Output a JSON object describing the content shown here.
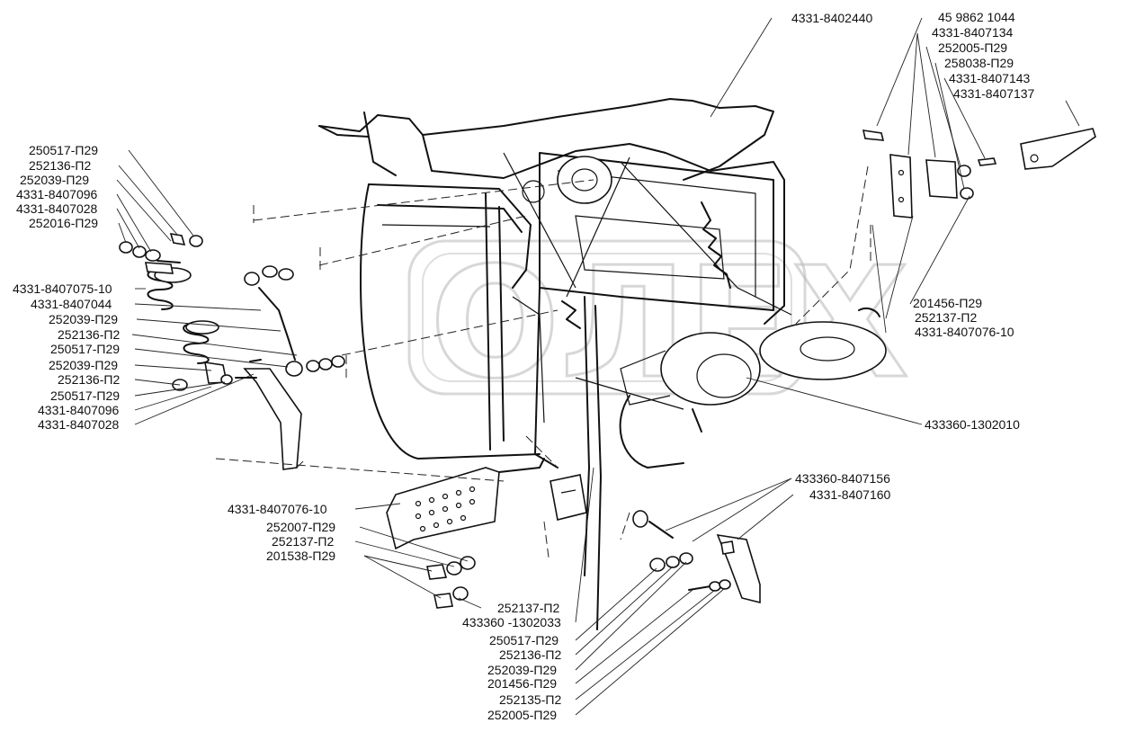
{
  "labels": {
    "top_center": "4331-8402440",
    "tr1": "45 9862 1044",
    "tr2": "4331-8407134",
    "tr3": "252005-П29",
    "tr4": "258038-П29",
    "tr5": "4331-8407143",
    "tr6": "4331-8407137",
    "l1": "250517-П29",
    "l2": "252136-П2",
    "l3": "252039-П29",
    "l4": "4331-8407096",
    "l5": "4331-8407028",
    "l6": "252016-П29",
    "l7": "4331-8407075-10",
    "l8": "4331-8407044",
    "l9": "252039-П29",
    "l10": "252136-П2",
    "l11": "250517-П29",
    "l12": "252039-П29",
    "l13": "252136-П2",
    "l14": "250517-П29",
    "l15": "4331-8407096",
    "l16": "4331-8407028",
    "r1": "201456-П29",
    "r2": "252137-П2",
    "r3": "4331-8407076-10",
    "r4": "433360-1302010",
    "br1": "433360-8407156",
    "br2": "4331-8407160",
    "bl1": "4331-8407076-10",
    "bl2": "252007-П29",
    "bl3": "252137-П2",
    "bl4": "201538-П29",
    "bc1": "252137-П2",
    "bc2": "433360 -1302033",
    "bc3": "250517-П29",
    "bc4": "252136-П2",
    "bc5": "252039-П29",
    "bc6": "201456-П29",
    "bc7": "252135-П2",
    "bc8": "252005-П29"
  },
  "watermark": "ОЛЕХ",
  "colors": {
    "ink": "#111111",
    "background": "#ffffff",
    "watermark": "#b8b8b8"
  }
}
